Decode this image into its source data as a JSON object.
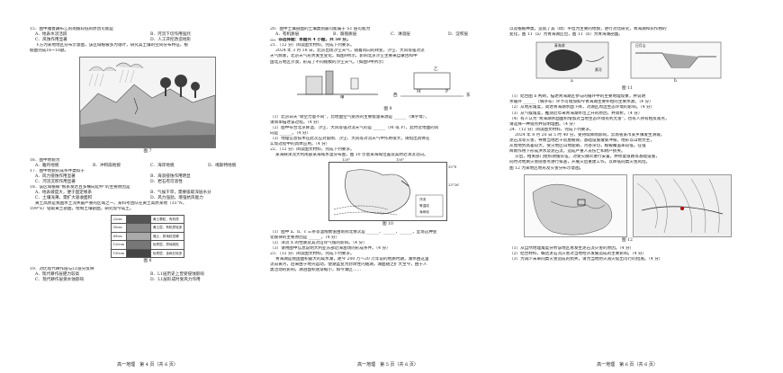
{
  "page1": {
    "q15": {
      "stem": "15．图中雅鲁藏布江的南拔较低的原因可能是",
      "options": [
        "A．地表水流活跃",
        "B．河流下切作用强烈",
        "C．风蚀作用显著",
        "D．人工开挖改造地形"
      ]
    },
    "intro": [
      "下方为某地地区分布示意图，该区域植被多为落叶，研究其土壤的空间分布特征，根",
      "据图完成16~18题。"
    ],
    "fig7": {
      "caption": "图 7"
    },
    "q16": {
      "stem": "16．图中地貌为",
      "options": [
        "A．雅丹地貌",
        "B．冲积扇地貌",
        "C．海岸地貌",
        "D．喀斯特地貌"
      ]
    },
    "q17": {
      "stem": "17．图中地貌形成条件类似于",
      "options": [
        "A．风力侵蚀作用显著",
        "B．海浪侵蚀作用明显",
        "C．河流沉积作用显著",
        "D．岩石有可溶性"
      ]
    },
    "q18": {
      "stem": "18．该区域植被“根系发达且多横向延伸”的主要原因是",
      "options": [
        "A．地表坡度大，便于固定根系",
        "B．气候干旱，需要吸取深层水分",
        "C．土壤浅薄，需扩大吸收面积",
        "D．风力强劲，增强抗风能力"
      ]
    },
    "intro2": [
      "黄土高原是我国水土流失最严重的区域之一。某科考团队在黄土高原某地（35°N，",
      "109°E）钻取黄土剖面，绘制土壤剖面，研究现今成土。"
    ],
    "fig8": {
      "caption": "图 8",
      "depths": [
        "22cm",
        "50cm",
        "89cm",
        "120cm",
        "150cm"
      ],
      "layers": [
        "黄土颗粒，有机质",
        "黄土层，有机质较多",
        "壤土，质地较坚硬",
        "砂质层，质地疏松",
        "砂质层，含砾石较多"
      ]
    },
    "q19": {
      "stem": "19．对比现代耕作层与L1层分反映",
      "options": [
        "A．现代耕作层肥力较高",
        "B．L1层历史上曾受侵蚀影响",
        "C．现代耕作层受水蚀影响",
        "D．L1层形成时受风力作用"
      ]
    }
  },
  "page2": {
    "q20": {
      "stem": "20．图中土壤剖面的土壤类别最可能属于 S1 层可能为",
      "options": [
        "A．有机质层",
        "B．腐殖质层",
        "C．淋溶层",
        "D．淀积层"
      ]
    },
    "section2": "二、非选择题：本题共 4 小题，共 50 分。",
    "q21": {
      "stem": "21．（12 分）阅读图文材料，完成下列要求。",
      "paras": [
        "2024 年 3 月 18 日，北京出现沙尘天气，随着风向的转变，沙尘、大风等强对流",
        "天气频发，北京天气形势发生变化，如图9所示。影响北京沙尘主要来自蒙古和中",
        "国北方地区沙漠，形成了不同规模的沙尘天气。（如图9甲所示）"
      ],
      "fig_caption": "图 9",
      "fig_labels": [
        "甲",
        "乙",
        "西",
        "东",
        "M",
        "P"
      ],
      "sub": [
        "（1）北京白天“喷空力量不同”，比地面空气受热的主要能量来源是 ______（填字母），",
        "请简单描述该过程。（4 分）",
        "（2）图中符合北京降温、沙尘、大风等强对流天气的是 ______（M 或 P），此时近地面的风",
        "向是 ______。（4 分）",
        "（3）地理信息技术在此次应对雷雨、沙尘、大风等对流天气中作用很大，请指出具体在",
        "实现过程中的具体应用。（4 分）"
      ]
    },
    "q22": {
      "stem": "22．（12 分）阅读图文材料，完成下列要求。",
      "paras": [
        "某海峡洋流大利南部某海域水温分布图，图 10 示意某海域位置及其附近洋流流向。"
      ],
      "fig_caption": "图 10",
      "map_labels": [
        "120°",
        "150°",
        "35°S",
        "23°26′",
        "洋流",
        "等温线",
        "海岸线"
      ],
      "sub": [
        "（1）图中 a、b、c 三条等温线数值由南到北依次是 ______、______、______，呈现这种变",
        "化规律的主要原因是 ______。（4 分）",
        "（2）洋流 X 的性质及其对沿岸气候的影响。（4 分）",
        "（3）请用图中信息说明大利亚东部近海渔场的形成条件。（4 分）"
      ]
    },
    "q23": {
      "stem": "23．（12 分）阅读图文材料，完成下列要求。",
      "paras": [
        "青海湖是我国面积最大的咸水湖，距今 200 万～20 万年前的地质时期，湖水由这里",
        "流向黄河，后来由于地壳运动，使湖盆变为封闭性内陆湖，湖面随之扩大至今，由于人",
        "类活动的影响，湖泊面积逐渐缩小，如今湖区……"
      ]
    },
    "footer": "高一地理　第 5 页（共 6 页）"
  },
  "page3": {
    "top_paras": [
      "以及植被种类，造就了其（砾）平坦为主要的地貌，进行对比研究，青海湖和农作物的",
      "变化，图 11（a）为青海湖区位，图 11（b）为青海湖剖面。"
    ],
    "fig11": {
      "caption": "图 11",
      "labels": [
        "a",
        "b",
        "青海湖",
        "日月山",
        "黄河"
      ]
    },
    "q23_sub": [
      "（1）结合图 b 判断，描述青海湖区参与的循环中的主要地理现象，并说明",
      "水循环 ______（填序号）环节可增加如今青海湖主要补给的主要水源。（4 分）",
      "（2）从地形角度，简述青海湖水面下降，对湖区周边生态环境的影响。（4 分）",
      "（3）从气候角度，推测近年来青海湖水位上升的原因，并简析。（4 分）",
      "（4）有人认为“青海湖水面面积增加对当地生态环境有利无害”，也有人持有相反观点，",
      "请选择一种观点并说明理由。（4 分）"
    ],
    "q24": {
      "stem": "24．（12 分）阅读图文材料，完成下列要求。",
      "paras": [
        "2024 年 8 月 20 日 5 时 40 分，受持续降雨影响，云南省某市某乡镇发生滑坡，",
        "泥石流等灾害，导致当地若干房屋被毁，基础设施遭受冲毁，地形以山地为主，",
        "从而地势高差较大，受灾地区山地陡峭，河谷深切，植被覆盖率较低，在强",
        "降雨作用下形成洪水及泥石流，造成严重人员伤亡和财产损失。",
        "灾后，相关部门组织救援队伍，对受灾群众进行安置，并修复道路等基础设施，",
        "同时对地质灾害隐患点进行排查，开展灾后重建工作，以降低同类灾害风险。",
        "图 12 为某地区地形及灾害分布示意图。"
      ]
    },
    "fig12": {
      "caption": "图 12"
    },
    "q24_sub": [
      "（1）从自然地理角度分析该地区易发生泥石流灾害的原因。（4 分）",
      "（2）结合材料，概括泥石流灾害对当地经济发展造成的主要影响。（4 分）",
      "（3）为减少未来同类灾害造成的损失，请为当地防灾减灾提出可行的措施。（4 分）"
    ],
    "footer": "高一地理　第 6 页（共 6 页）"
  },
  "footer1": "高一地理　第 4 页（共 6 页）"
}
